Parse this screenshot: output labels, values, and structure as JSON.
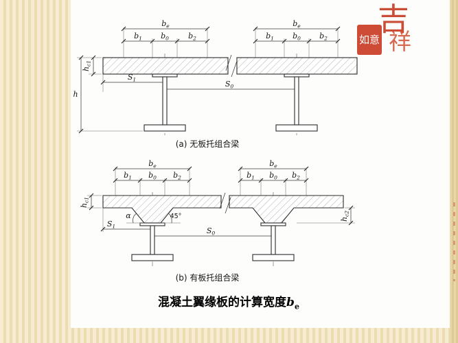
{
  "page": {
    "title_prefix": "混凝土翼缘板的计算宽度",
    "title_var": "b",
    "title_sub": "e"
  },
  "seal": {
    "char_top": "吉",
    "char_mid": "祥",
    "stamp_text": "如意",
    "color": "#c8331b"
  },
  "captions": {
    "a": "(a) 无板托组合梁",
    "b": "(b) 有板托组合梁"
  },
  "labels": {
    "be_main": "b",
    "be_sub": "e",
    "b1_main": "b",
    "b1_sub": "1",
    "b0_main": "b",
    "b0_sub": "0",
    "b2_main": "b",
    "b2_sub": "2",
    "s1_main": "S",
    "s1_sub": "1",
    "s0_main": "S",
    "s0_sub": "0",
    "h_main": "h",
    "hc1_main": "h",
    "hc1_sub": "c1",
    "hc2_main": "h",
    "hc2_sub": "c2",
    "alpha": "α",
    "angle45": "45°"
  }
}
